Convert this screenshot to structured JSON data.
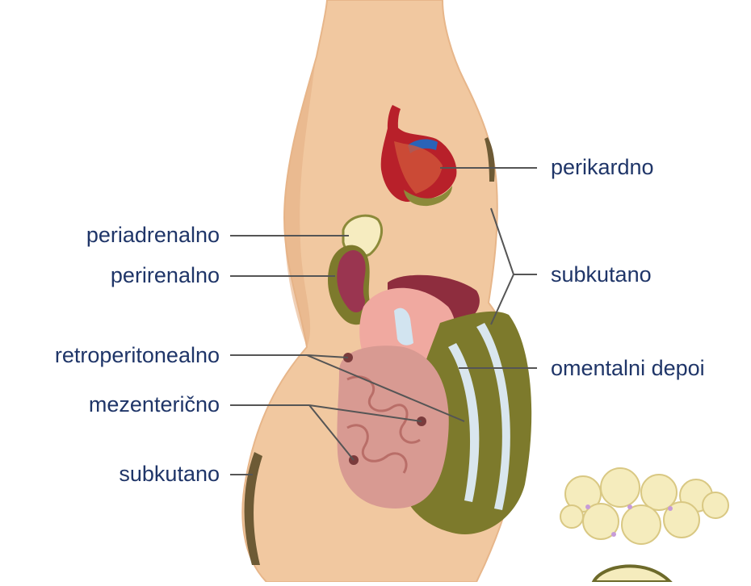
{
  "colors": {
    "label_text": "#1f3568",
    "leader_line": "#555555",
    "skin": "#f1c8a0",
    "skin_shadow": "#e2ab80",
    "fat": "#7d7a2c",
    "fat_light": "#a39a45",
    "kidney": "#9a3550",
    "intestine": "#d89a92",
    "heart_red": "#b8202a",
    "vessel_blue": "#2a63b8",
    "adipocyte": "#f5ecbd",
    "adipocyte_accent": "#c79bd8"
  },
  "labels": {
    "pericardial": "perikardno",
    "subcutaneous_right": "subkutano",
    "omental": "omentalni depoi",
    "periadrenal": "periadrenalno",
    "perirenal": "perirenalno",
    "retroperitoneal": "retroperitonealno",
    "mesenteric": "mezenterično",
    "subcutaneous_left": "subkutano"
  }
}
